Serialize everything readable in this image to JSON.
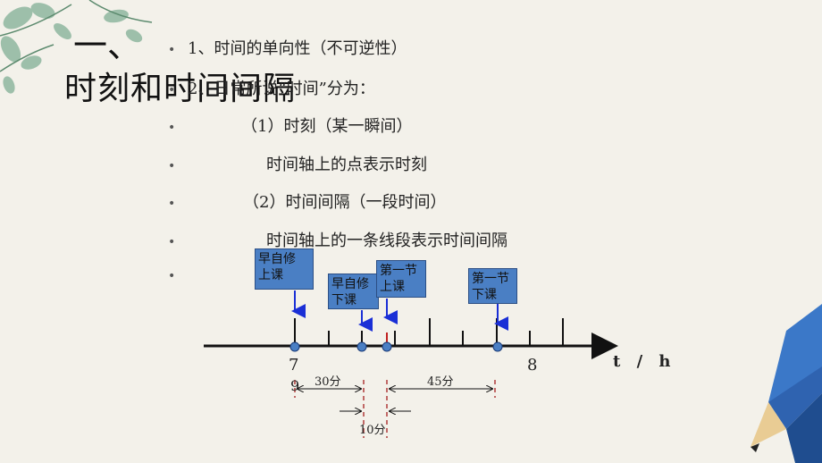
{
  "title": {
    "prefix": "一、",
    "main": "时刻和时间间隔"
  },
  "bullets": [
    {
      "text": "1、时间的单向性（不可逆性）"
    },
    {
      "text": "2、日常所说“时间”分为："
    },
    {
      "text": "（1）时刻（某一瞬间）"
    },
    {
      "text": "时间轴上的点表示时刻"
    },
    {
      "text": "（2）时间间隔（一段时间）"
    },
    {
      "text": "时间轴上的一条线段表示时间间隔"
    },
    {
      "text": ""
    }
  ],
  "timeline": {
    "axis_unit": "t / h",
    "tick_label_7": "7",
    "tick_label_8": "8",
    "partial_char": "9",
    "events": [
      {
        "line1": "早自修",
        "line2": "上课"
      },
      {
        "line1": "早自修",
        "line2": "下课"
      },
      {
        "line1": "第一节",
        "line2": "上课"
      },
      {
        "line1": "第一节",
        "line2": "下课"
      }
    ],
    "durations": {
      "d30": "30分",
      "d45": "45分",
      "d10": "10分"
    }
  },
  "colors": {
    "background": "#f3f1ea",
    "box_fill": "#4a7fc4",
    "arrow_blue": "#1a2fd6",
    "marker_red": "#c02020",
    "leaf_green": "#7aa58a"
  }
}
